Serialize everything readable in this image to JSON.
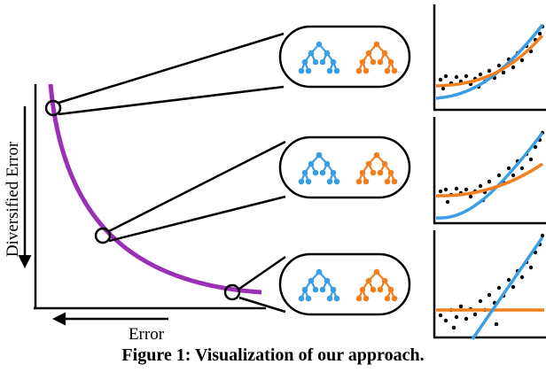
{
  "caption": "Figure 1: Visualization of our approach.",
  "axes": {
    "ylabel": "Diversified Error",
    "xlabel": "Error"
  },
  "colors": {
    "curve": "#9b2fb5",
    "model_a": "#3a9ee6",
    "model_b": "#f17f1f",
    "data_points": "#000000"
  },
  "pareto_points": [
    "top",
    "middle",
    "bottom"
  ],
  "panels": [
    {
      "name": "top",
      "style": "both-curve-up"
    },
    {
      "name": "middle",
      "style": "blue-steep-orange-mild"
    },
    {
      "name": "bottom",
      "style": "blue-line-orange-flat"
    }
  ]
}
